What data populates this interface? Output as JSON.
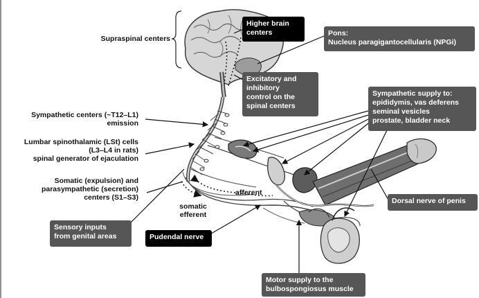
{
  "labels": {
    "supraspinal": "Supraspinal centers",
    "sympathetic_centers": "Sympathetic centers (~T12–L1)",
    "emission": "emission",
    "lst_1": "Lumbar spinothalamic (LSt) cells",
    "lst_2": "(L3–L4 in rats)",
    "lst_3": "spinal generator of ejaculation",
    "somatic_1": "Somatic (expulsion) and",
    "somatic_2": "parasympathetic (secretion)",
    "somatic_3": "centers (S1–S3)",
    "afferent": "afferent",
    "somatic_efferent_1": "somatic",
    "somatic_efferent_2": "efferent"
  },
  "boxes": {
    "higher_brain_1": "Higher brain",
    "higher_brain_2": "centers",
    "pons_1": "Pons:",
    "pons_2": "Nucleus paragigantocellularis (NPGi)",
    "excitatory_1": "Excitatory and",
    "excitatory_2": "inhibitory",
    "excitatory_3": "control on the",
    "excitatory_4": "spinal centers",
    "sympathetic_supply_1": "Sympathetic supply to:",
    "sympathetic_supply_2": "epididymis, vas deferens",
    "sympathetic_supply_3": "seminal vesicles",
    "sympathetic_supply_4": "prostate, bladder neck",
    "dorsal_nerve": "Dorsal nerve of penis",
    "sensory_1": "Sensory inputs",
    "sensory_2": "from genital areas",
    "pudendal": "Pudendal nerve",
    "motor_1": "Motor supply to the",
    "motor_2": "bulbospongiosus muscle"
  },
  "colors": {
    "dark_box": "#565656",
    "black_box": "#000000",
    "line": "#111111",
    "tissue": "#b9b9b9",
    "tissue_dark": "#6e6e6e",
    "tissue_light": "#dcdcdc"
  }
}
